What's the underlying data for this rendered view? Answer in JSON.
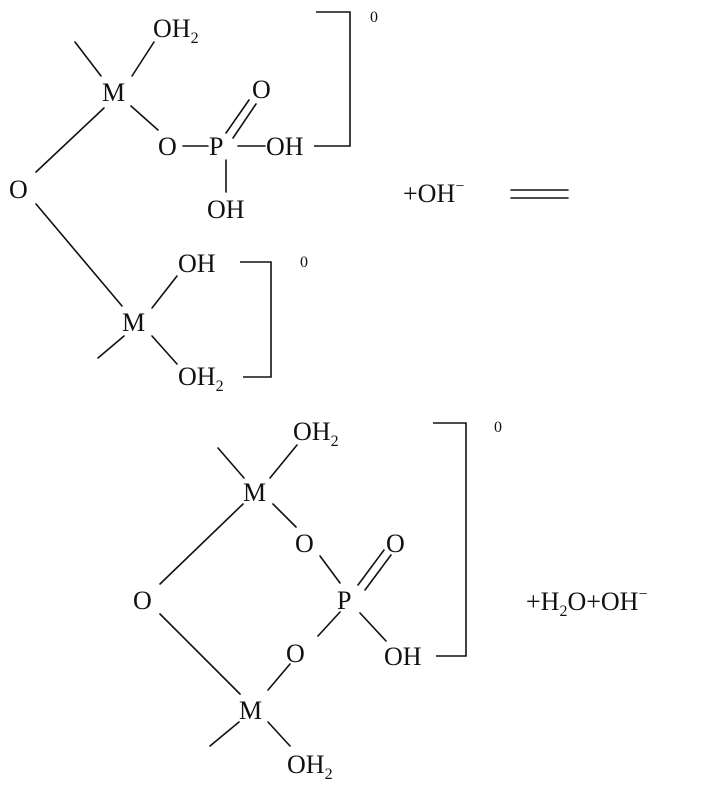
{
  "top": {
    "m1": "M",
    "m1_oh2": [
      "OH",
      "2"
    ],
    "o_bridge": "O",
    "o_ester": "O",
    "p": "P",
    "o_double": "O",
    "p_oh_right": "OH",
    "p_oh_down": "OH",
    "m2": "M",
    "m2_oh": "OH",
    "m2_oh2": [
      "OH",
      "2"
    ],
    "charge1": "0",
    "charge2": "0",
    "plus_oh": [
      "+OH",
      "−"
    ]
  },
  "bottom": {
    "m1": "M",
    "m1_oh2": [
      "OH",
      "2"
    ],
    "o_bridge": "O",
    "o_upper": "O",
    "o_lower": "O",
    "p": "P",
    "o_double": "O",
    "p_oh": "OH",
    "m2": "M",
    "m2_oh2": [
      "OH",
      "2"
    ],
    "charge": "0",
    "products": [
      "+H",
      "2",
      "O+OH",
      "−"
    ]
  }
}
